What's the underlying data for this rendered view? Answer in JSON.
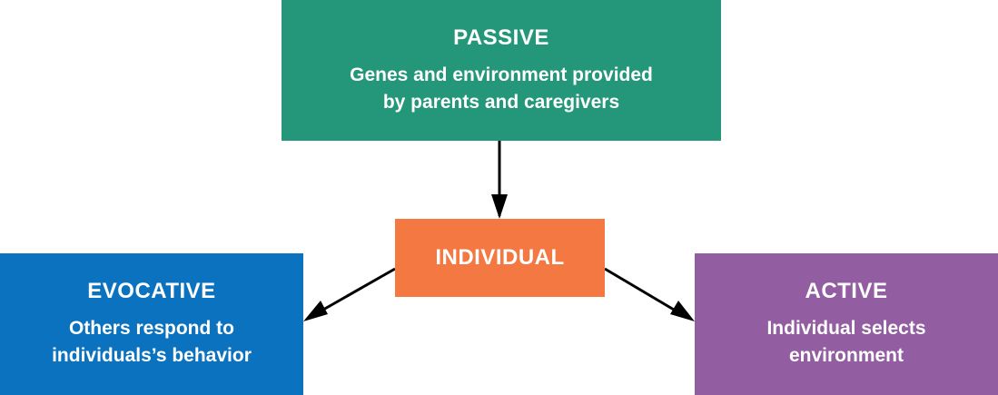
{
  "colors": {
    "passive": "#24967a",
    "individual": "#f37842",
    "evocative": "#0b72bf",
    "active": "#935da1",
    "arrow": "#000000",
    "text": "#ffffff"
  },
  "nodes": {
    "passive": {
      "title": "PASSIVE",
      "line1": "Genes and environment provided",
      "line2": "by parents and caregivers"
    },
    "individual": {
      "title": "INDIVIDUAL"
    },
    "evocative": {
      "title": "EVOCATIVE",
      "line1": "Others respond to",
      "line2": "individuals’s behavior"
    },
    "active": {
      "title": "ACTIVE",
      "line1": "Individual selects",
      "line2": "environment"
    }
  },
  "edges": [
    {
      "from": "passive",
      "to": "individual"
    },
    {
      "from": "individual",
      "to": "evocative"
    },
    {
      "from": "individual",
      "to": "active"
    }
  ]
}
